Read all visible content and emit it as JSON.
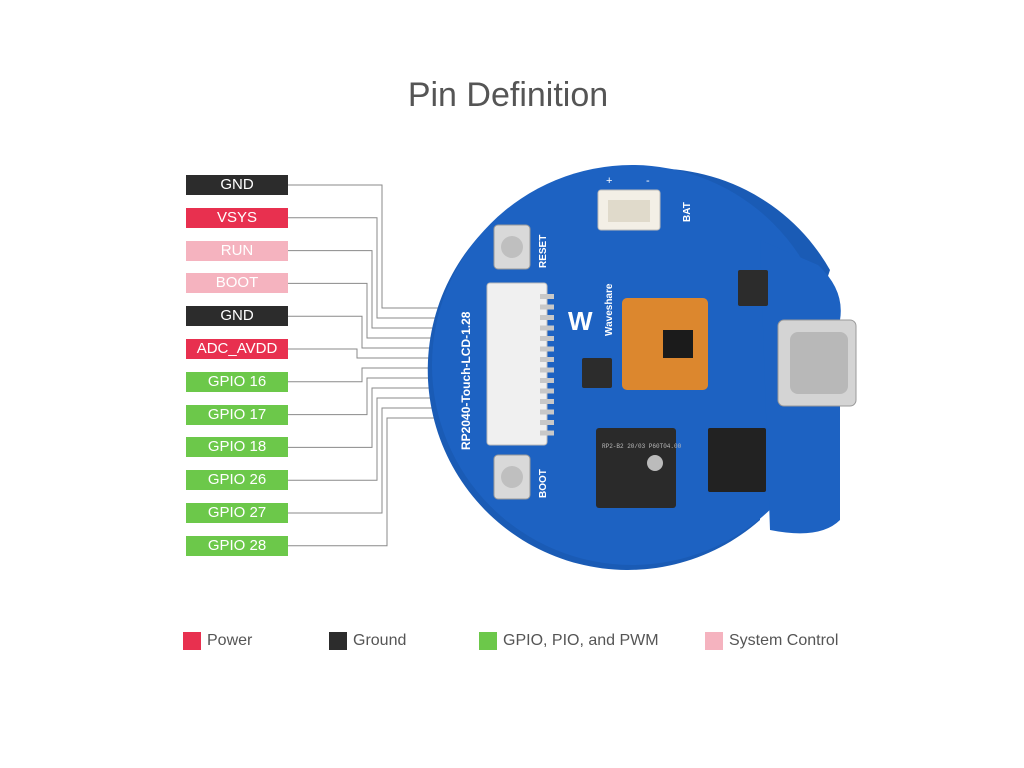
{
  "title": "Pin Definition",
  "colors": {
    "power": "#e8304f",
    "ground": "#2c2c2c",
    "gpio": "#6cc84a",
    "system": "#f5b3bf",
    "board": "#1a5bb5",
    "wire": "#8a8a8a"
  },
  "pins": [
    {
      "label": "GND",
      "type": "ground"
    },
    {
      "label": "VSYS",
      "type": "power"
    },
    {
      "label": "RUN",
      "type": "system"
    },
    {
      "label": "BOOT",
      "type": "system"
    },
    {
      "label": "GND",
      "type": "ground"
    },
    {
      "label": "ADC_AVDD",
      "type": "power"
    },
    {
      "label": "GPIO 16",
      "type": "gpio"
    },
    {
      "label": "GPIO 17",
      "type": "gpio"
    },
    {
      "label": "GPIO 18",
      "type": "gpio"
    },
    {
      "label": "GPIO 26",
      "type": "gpio"
    },
    {
      "label": "GPIO 27",
      "type": "gpio"
    },
    {
      "label": "GPIO 28",
      "type": "gpio"
    }
  ],
  "board": {
    "name_label": "RP2040-Touch-LCD-1.28",
    "reset_label": "RESET",
    "boot_label": "BOOT",
    "bat_label": "BAT",
    "brand_label": "Waveshare",
    "plus_label": "+",
    "minus_label": "-",
    "chip_label": "RP2-B2 20/03 P60T04.00"
  },
  "legend": [
    {
      "label": "Power",
      "type": "power"
    },
    {
      "label": "Ground",
      "type": "ground"
    },
    {
      "label": "GPIO, PIO, and PWM",
      "type": "gpio"
    },
    {
      "label": "System Control",
      "type": "system"
    }
  ]
}
